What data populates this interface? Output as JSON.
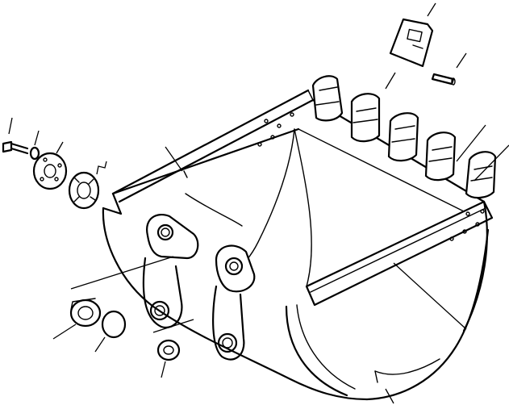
{
  "diagram": {
    "type": "exploded-parts-drawing",
    "subject": "excavator-bucket",
    "callout_count": 16,
    "labels_printed": false
  }
}
